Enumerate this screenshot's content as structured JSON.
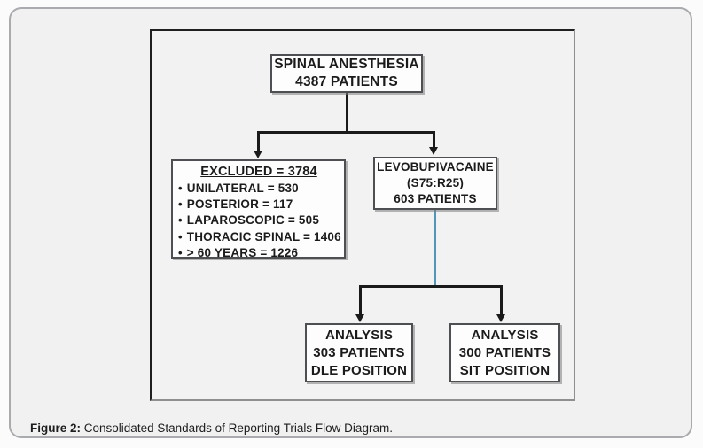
{
  "diagram": {
    "bullet": "•",
    "nodes": {
      "top": {
        "lines": [
          "SPINAL ANESTHESIA",
          "4387 PATIENTS"
        ]
      },
      "excluded": {
        "title": "EXCLUDED = 3784",
        "items": [
          "UNILATERAL = 530",
          "POSTERIOR = 117",
          "LAPAROSCOPIC = 505",
          "THORACIC SPINAL = 1406",
          "> 60 YEARS = 1226"
        ]
      },
      "levobupivacaine": {
        "lines": [
          "LEVOBUPIVACAINE",
          "(S75:R25)",
          "603 PATIENTS"
        ]
      },
      "analysis_dle": {
        "lines": [
          "ANALYSIS",
          "303 PATIENTS",
          "DLE POSITION"
        ]
      },
      "analysis_sit": {
        "lines": [
          "ANALYSIS",
          "300 PATIENTS",
          "SIT POSITION"
        ]
      }
    },
    "colors": {
      "connector": "#1a1a1a",
      "accent_line": "#5695ba",
      "box_border": "#4e4f52",
      "frame_border": "#a9abae",
      "background": "#f1f1f2"
    }
  },
  "caption": {
    "label": "Figure 2:",
    "text": "Consolidated Standards of Reporting Trials Flow Diagram."
  }
}
